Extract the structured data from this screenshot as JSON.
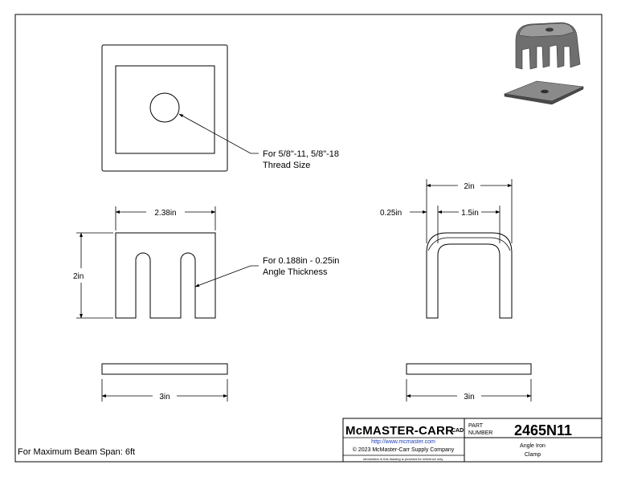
{
  "notes": {
    "thread": [
      "For 5/8\"-11, 5/8\"-18",
      "Thread Size"
    ],
    "angle": [
      "For 0.188in - 0.25in",
      "Angle Thickness"
    ],
    "beam_span": "For Maximum Beam Span: 6ft"
  },
  "dimensions": {
    "front_width": "2.38in",
    "front_height": "2in",
    "side_outer_width": "2in",
    "side_wall": "0.25in",
    "side_inner_width": "1.5in",
    "plate_left_length": "3in",
    "plate_right_length": "3in"
  },
  "title_block": {
    "brand": "McMASTER-CARR",
    "cad_label": "CAD",
    "url": "http://www.mcmaster.com",
    "copyright": "© 2023 McMaster-Carr Supply Company",
    "disclaimer": "Information in this drawing is provided for reference only.",
    "part_label_1": "PART",
    "part_label_2": "NUMBER",
    "part_number": "2465N11",
    "description_1": "Angle Iron",
    "description_2": "Clamp"
  },
  "colors": {
    "line": "#000000",
    "render_body": "#6f6f6f",
    "link": "#1a3fb5"
  }
}
